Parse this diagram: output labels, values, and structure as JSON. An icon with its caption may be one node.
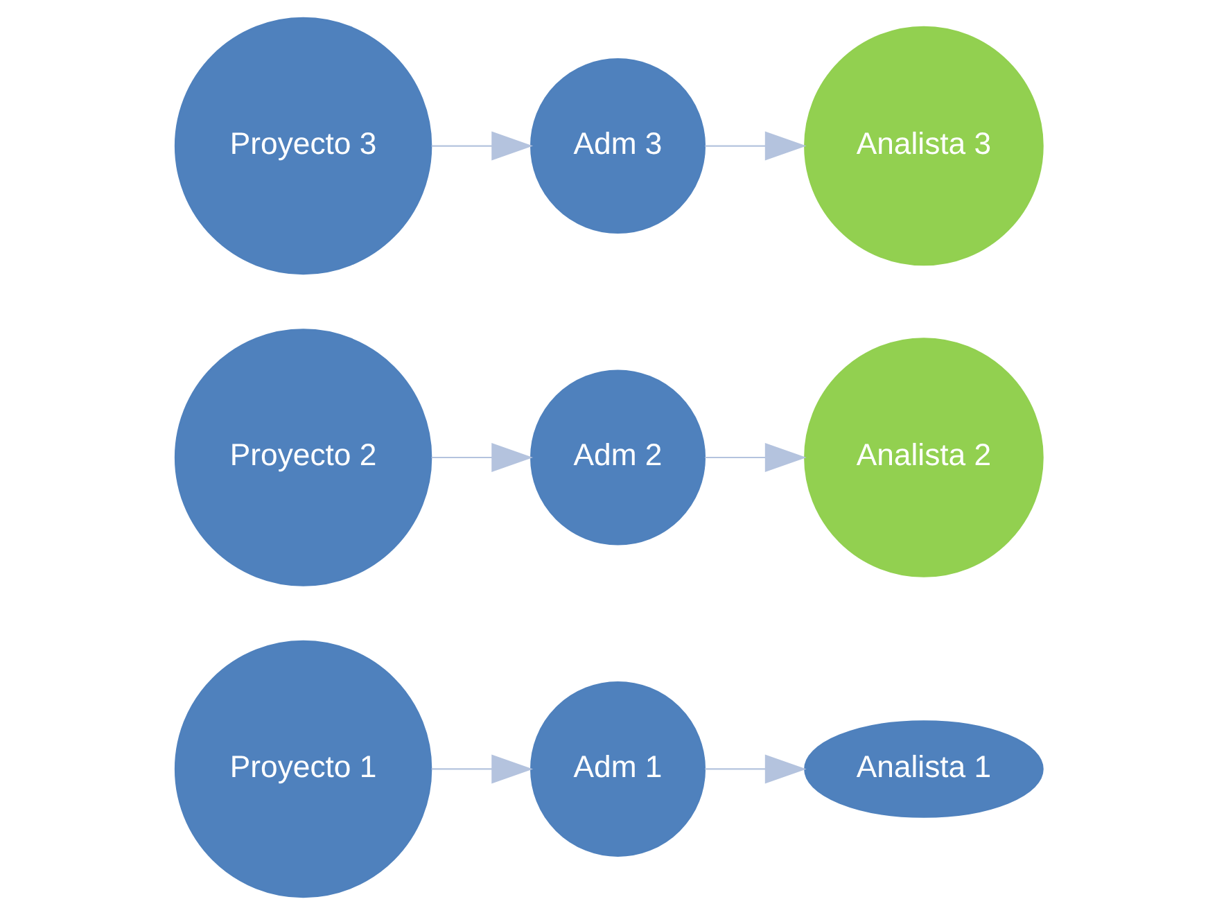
{
  "diagram": {
    "nodes": [
      {
        "text": [
          "Proyecto 1"
        ]
      },
      {
        "text": [
          "Adm 1"
        ]
      },
      {
        "text": [
          "Analista 1"
        ]
      },
      {
        "text": [
          "Proyecto 2"
        ]
      },
      {
        "text": [
          "Adm 2"
        ]
      },
      {
        "text": [
          "Analista 2"
        ]
      },
      {
        "text": [
          "Proyecto 3"
        ]
      },
      {
        "text": [
          "Adm 3"
        ]
      },
      {
        "text": [
          "Analista 3"
        ]
      }
    ],
    "edges": [
      {
        "from": 0,
        "to": 1,
        "arrow": "to"
      },
      {
        "from": 1,
        "to": 2,
        "arrow": "to"
      },
      {
        "from": 3,
        "to": 4,
        "arrow": "to"
      },
      {
        "from": 4,
        "to": 5,
        "arrow": "to"
      },
      {
        "from": 6,
        "to": 7,
        "arrow": "to"
      },
      {
        "from": 7,
        "to": 8,
        "arrow": "to"
      }
    ]
  }
}
